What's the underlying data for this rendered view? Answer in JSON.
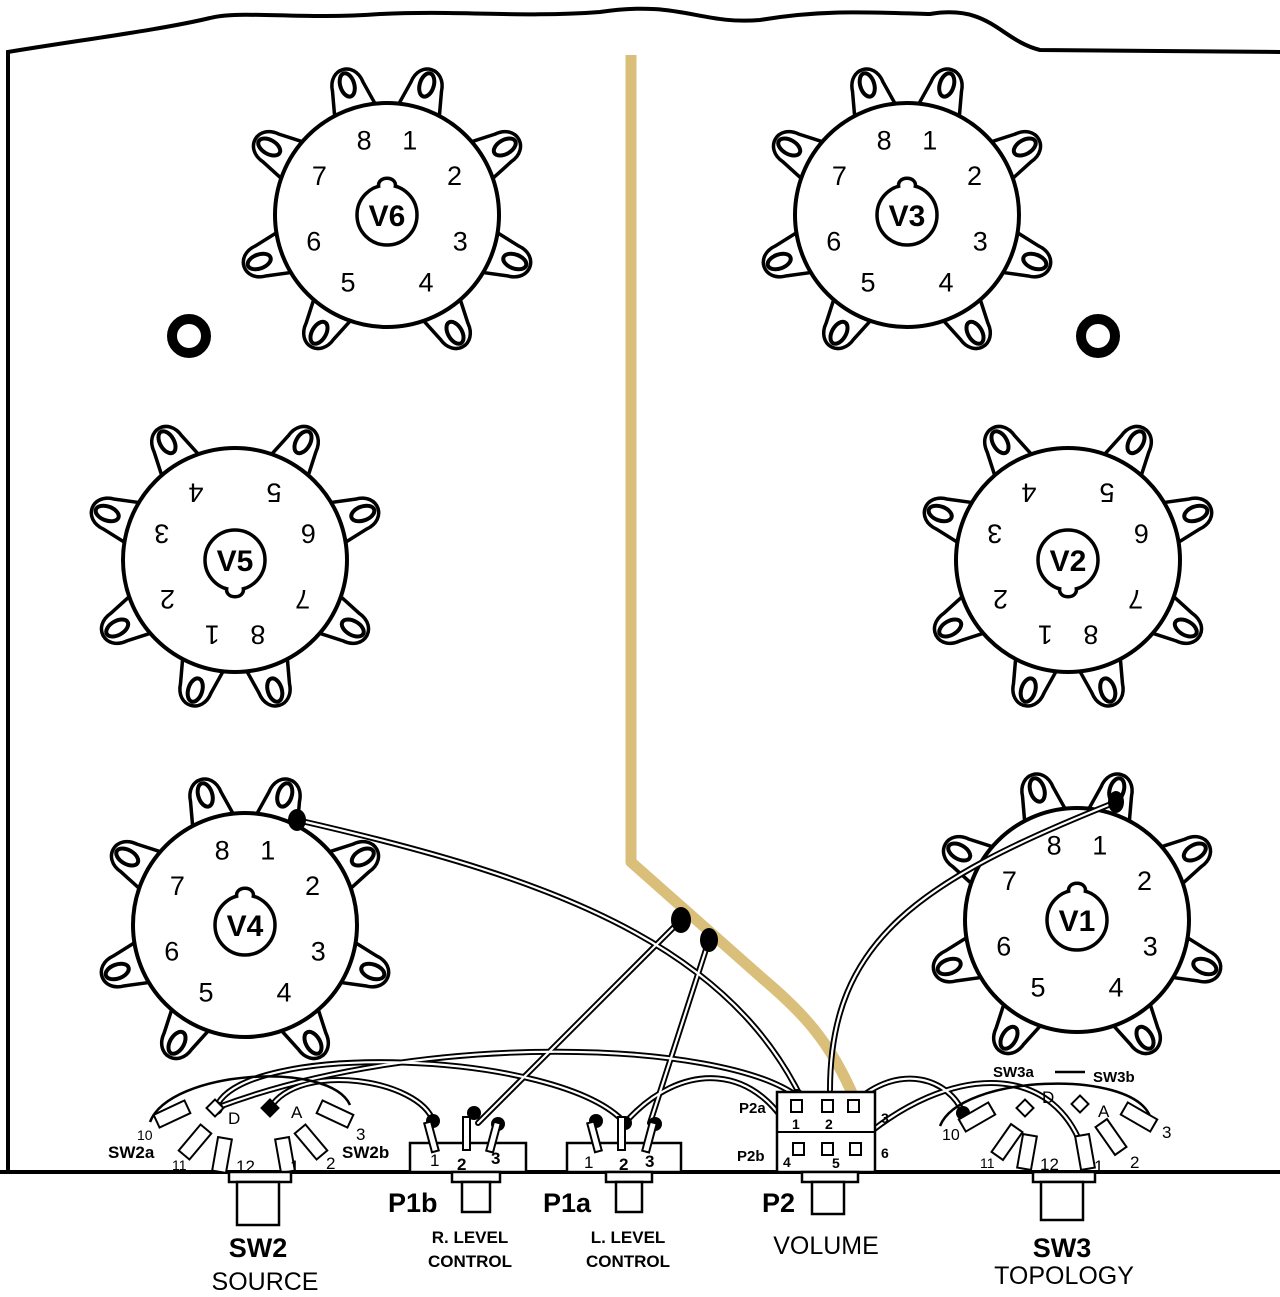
{
  "sockets": [
    {
      "id": "V6",
      "label": "V6",
      "pins": [
        "1",
        "2",
        "3",
        "4",
        "5",
        "6",
        "7",
        "8"
      ]
    },
    {
      "id": "V3",
      "label": "V3",
      "pins": [
        "1",
        "2",
        "3",
        "4",
        "5",
        "6",
        "7",
        "8"
      ]
    },
    {
      "id": "V5",
      "label": "V5",
      "pins": [
        "1",
        "2",
        "3",
        "4",
        "5",
        "6",
        "7",
        "8"
      ]
    },
    {
      "id": "V2",
      "label": "V2",
      "pins": [
        "1",
        "2",
        "3",
        "4",
        "5",
        "6",
        "7",
        "8"
      ]
    },
    {
      "id": "V4",
      "label": "V4",
      "pins": [
        "1",
        "2",
        "3",
        "4",
        "5",
        "6",
        "7",
        "8"
      ]
    },
    {
      "id": "V1",
      "label": "V1",
      "pins": [
        "1",
        "2",
        "3",
        "4",
        "5",
        "6",
        "7",
        "8"
      ]
    }
  ],
  "switches": {
    "sw2": {
      "label": "SW2",
      "sublabel": "SOURCE",
      "deck_a": "SW2a",
      "deck_b": "SW2b",
      "positions": [
        "10",
        "11",
        "12",
        "1",
        "2",
        "3"
      ],
      "marks": [
        "D",
        "A"
      ]
    },
    "sw3": {
      "label": "SW3",
      "sublabel": "TOPOLOGY",
      "deck_a": "SW3a",
      "deck_b": "SW3b",
      "positions": [
        "10",
        "11",
        "12",
        "1",
        "2",
        "3"
      ],
      "marks": [
        "D",
        "A"
      ]
    }
  },
  "pots": {
    "p1b": {
      "label": "P1b",
      "sublabel_1": "R. LEVEL",
      "sublabel_2": "CONTROL",
      "terminals": [
        "1",
        "2",
        "3"
      ]
    },
    "p1a": {
      "label": "P1a",
      "sublabel_1": "L. LEVEL",
      "sublabel_2": "CONTROL",
      "terminals": [
        "1",
        "2",
        "3"
      ]
    },
    "p2": {
      "label": "P2",
      "sublabel": "VOLUME",
      "deck_a": "P2a",
      "deck_b": "P2b",
      "terminals": [
        "1",
        "2",
        "3",
        "4",
        "5",
        "6"
      ]
    }
  },
  "colors": {
    "ground_bus": "#d9bf7a",
    "ink": "#000000",
    "background": "#ffffff"
  }
}
